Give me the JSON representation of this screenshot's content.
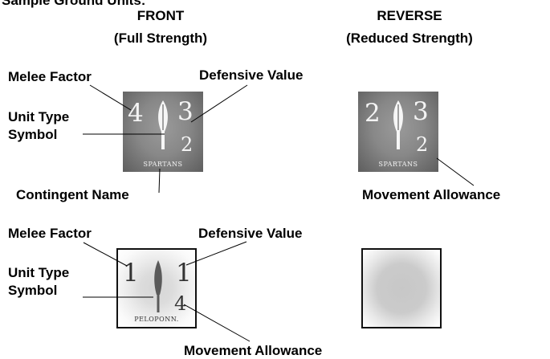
{
  "title": "Sample Ground Units:",
  "columns": {
    "front": {
      "line1": "FRONT",
      "line2": "(Full Strength)"
    },
    "reverse": {
      "line1": "REVERSE",
      "line2": "(Reduced Strength)"
    }
  },
  "labels": {
    "melee_factor": "Melee Factor",
    "defensive_value": "Defensive Value",
    "unit_type_1": "Unit Type",
    "unit_type_2": "Symbol",
    "contingent_name": "Contingent Name",
    "movement_allowance": "Movement Allowance"
  },
  "counters": {
    "spartans_front": {
      "melee": "4",
      "defense": "3",
      "movement": "2",
      "name": "SPARTANS",
      "symbol": "spear-icon"
    },
    "spartans_reverse": {
      "melee": "2",
      "defense": "3",
      "movement": "2",
      "name": "SPARTANS",
      "symbol": "spear-icon"
    },
    "pelopon_front": {
      "melee": "1",
      "defense": "1",
      "movement": "4",
      "name": "PELOPONN.",
      "symbol": "javelin-icon"
    },
    "pelopon_reverse": {
      "symbol": "blank"
    }
  },
  "colors": {
    "dark_counter": "#7f7f7f",
    "light_counter": "#e2e2e2"
  }
}
